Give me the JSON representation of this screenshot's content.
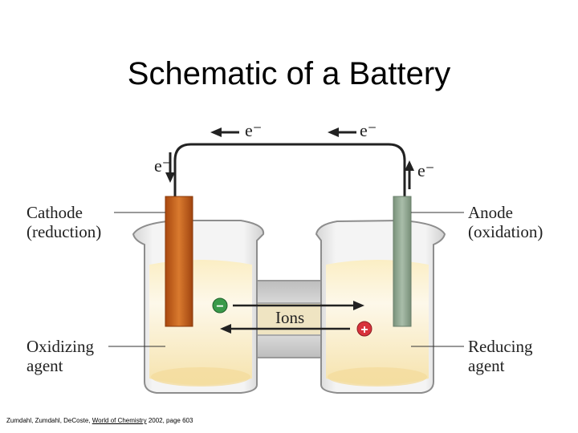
{
  "title": "Schematic of a Battery",
  "labels": {
    "cathode_line1": "Cathode",
    "cathode_line2": "(reduction)",
    "anode_line1": "Anode",
    "anode_line2": "(oxidation)",
    "oxidizing_line1": "Oxidizing",
    "oxidizing_line2": "agent",
    "reducing_line1": "Reducing",
    "reducing_line2": "agent",
    "ions": "Ions"
  },
  "electrons": {
    "top_left": "e⁻",
    "top_right": "e⁻",
    "left_down": "e⁻",
    "right_up": "e⁻"
  },
  "ion_signs": {
    "negative": "−",
    "positive": "+"
  },
  "colors": {
    "cathode": "#c8601e",
    "anode": "#8fa890",
    "solution": "#f7e7b4",
    "glass": "#c9c9c9",
    "negative_ion": "#3a9a4a",
    "positive_ion": "#d8323c"
  },
  "citation": {
    "authors": "Zumdahl, Zumdahl, DeCoste, ",
    "book": "World of Chemistry",
    "rest": " 2002, page 603"
  }
}
